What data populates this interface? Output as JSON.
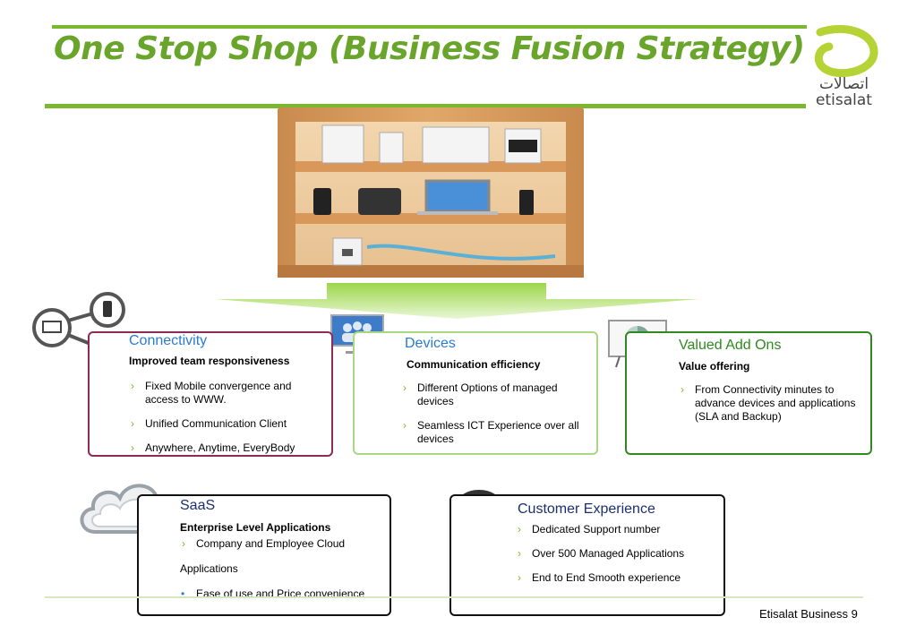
{
  "slide": {
    "title": "One Stop Shop (Business Fusion Strategy)",
    "footer": "Etisalat Business 9"
  },
  "logo": {
    "arabic": "اتصالات",
    "latin": "etisalat"
  },
  "colors": {
    "accent_green": "#7cb82f",
    "connectivity_border": "#8c2a5a",
    "devices_border": "#a9d882",
    "valued_border": "#2e8a1f",
    "dark_border": "#111111",
    "heading_blue": "#2a7bd3"
  },
  "icons": {
    "connectivity": "network-devices-icon",
    "devices": "conference-screen-icon",
    "valued": "presentation-chart-icon",
    "saas": "cloud-icon",
    "customer_experience": "headset-icon"
  },
  "connectivity": {
    "heading": "Connectivity",
    "subheading": "Improved team responsiveness",
    "items": [
      "Fixed Mobile convergence and access to WWW.",
      "Unified Communication Client",
      "Anywhere, Anytime, EveryBody"
    ]
  },
  "devices": {
    "heading": "Devices",
    "subheading": "Communication efficiency",
    "items": [
      "Different Options of managed devices",
      "Seamless ICT Experience over all devices"
    ]
  },
  "valued": {
    "heading": "Valued Add Ons",
    "subheading": "Value offering",
    "items": [
      "From Connectivity minutes to advance devices and applications (SLA and Backup)"
    ]
  },
  "saas": {
    "heading": "SaaS",
    "subheading": "Enterprise Level Applications",
    "item1": "Company and Employee  Cloud",
    "item1_cont": "Applications",
    "item2": "Ease of use and Price convenience"
  },
  "customer_experience": {
    "heading": "Customer Experience",
    "items": [
      "Dedicated Support number",
      "Over 500 Managed Applications",
      "End to End Smooth experience"
    ]
  }
}
